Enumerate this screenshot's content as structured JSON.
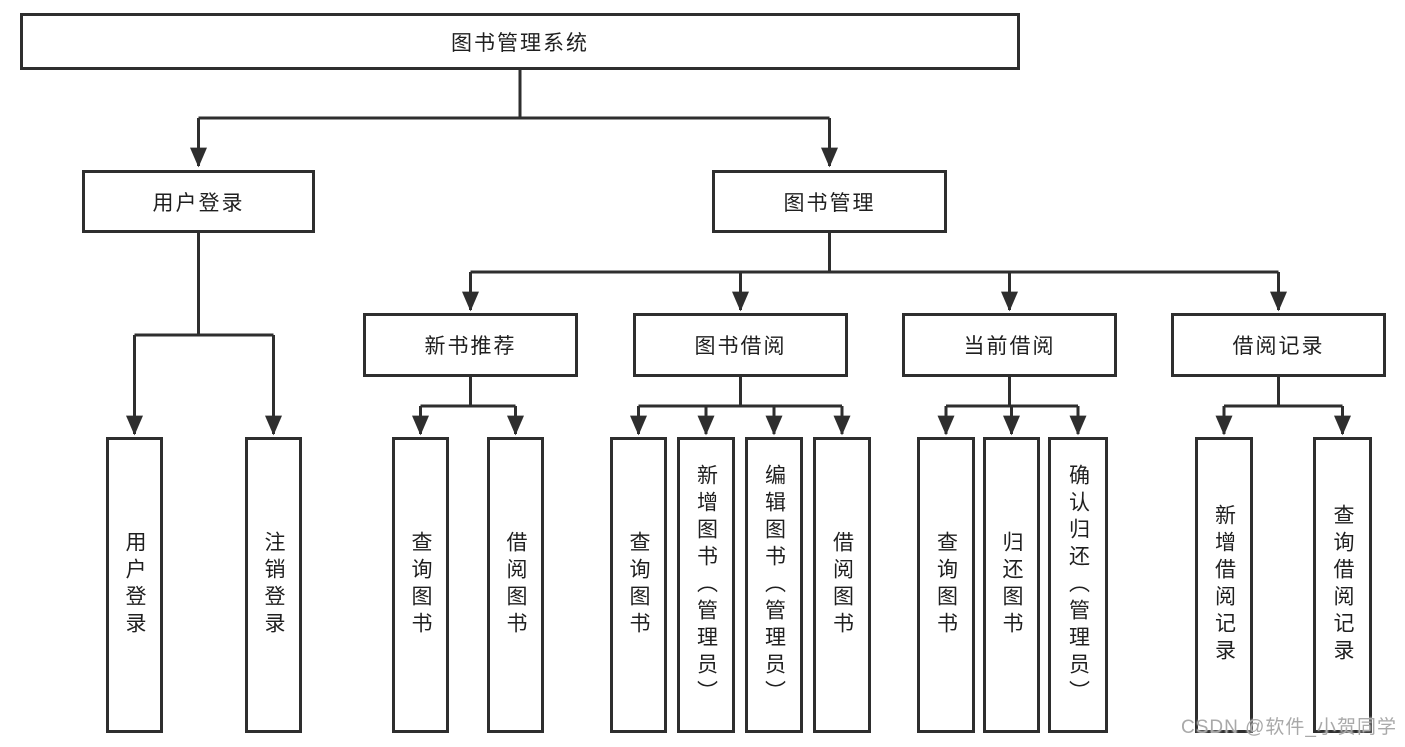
{
  "diagram_title": "图书管理系统",
  "tree": {
    "root": "图书管理系统",
    "children": [
      {
        "label": "用户登录",
        "children": [
          "用户登录",
          "注销登录"
        ]
      },
      {
        "label": "图书管理",
        "children": [
          {
            "label": "新书推荐",
            "children": [
              "查询图书",
              "借阅图书"
            ]
          },
          {
            "label": "图书借阅",
            "children": [
              "查询图书",
              "新增图书（管理员）",
              "编辑图书（管理员）",
              "借阅图书"
            ]
          },
          {
            "label": "当前借阅",
            "children": [
              "查询图书",
              "归还图书",
              "确认归还（管理员）"
            ]
          },
          {
            "label": "借阅记录",
            "children": [
              "新增借阅记录",
              "查询借阅记录"
            ]
          }
        ]
      }
    ]
  },
  "watermark": {
    "text": "CSDN @软件_小贺同学"
  },
  "colors": {
    "line": "#2e2e2e",
    "text": "#1f1f1f",
    "background": "#ffffff",
    "watermark": "#a9a9a9"
  }
}
